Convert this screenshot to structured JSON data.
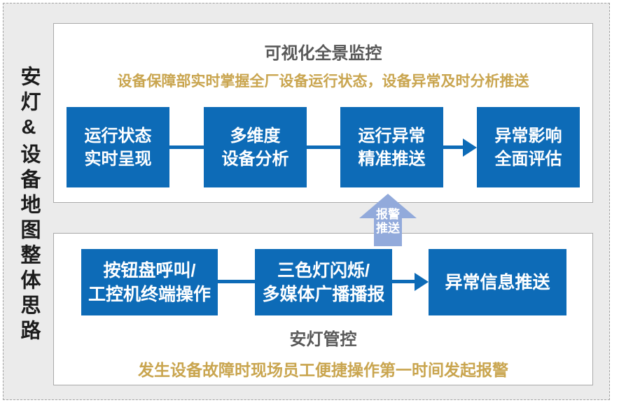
{
  "sidebar": {
    "vertical_title": "安灯&设备地图整体思路"
  },
  "top_panel": {
    "title": "可视化全景监控",
    "subtitle": "设备保障部实时掌握全厂设备运行状态，设备异常及时分析推送",
    "boxes": [
      {
        "line1": "运行状态",
        "line2": "实时呈现"
      },
      {
        "line1": "多维度",
        "line2": "设备分析"
      },
      {
        "line1": "运行异常",
        "line2": "精准推送"
      },
      {
        "line1": "异常影响",
        "line2": "全面评估"
      }
    ]
  },
  "alert_arrow": {
    "line1": "报警",
    "line2": "推送"
  },
  "bottom_panel": {
    "title": "安灯管控",
    "subtitle": "发生设备故障时现场员工便捷操作第一时间发起报警",
    "boxes": [
      {
        "line1": "按钮盘呼叫/",
        "line2": "工控机终端操作"
      },
      {
        "line1": "三色灯闪烁/",
        "line2": "多媒体广播播报"
      },
      {
        "line1": "异常信息推送",
        "line2": ""
      }
    ]
  },
  "colors": {
    "box_blue": "#0d6bb7",
    "arrow_light_blue": "#92aadb",
    "gold_text": "#c9a54f",
    "gray_title": "#595959",
    "dark_text": "#1c1c1c",
    "page_background": "#ebebeb"
  }
}
